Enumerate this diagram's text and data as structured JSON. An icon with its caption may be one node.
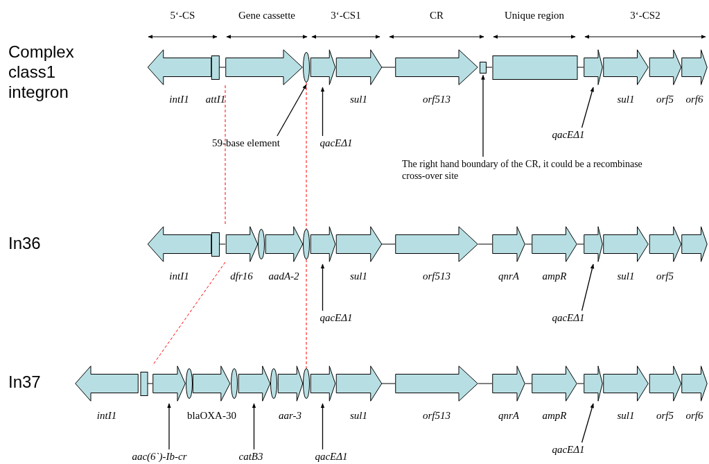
{
  "diagram": {
    "nodes": [
      {
        "text": [
          "intI1"
        ]
      },
      {
        "text": [
          "attI1"
        ]
      },
      {
        "text": [],
        "shape": "arrow"
      },
      {
        "text": [],
        "shape": "ellipse"
      },
      {
        "text": [],
        "shape": "arrow"
      },
      {
        "text": [
          "sul1"
        ]
      },
      {
        "text": [
          "orf513"
        ]
      },
      {
        "text": [],
        "shape": "box"
      },
      {
        "text": [],
        "shape": "box"
      },
      {
        "text": [],
        "shape": "arrow"
      },
      {
        "text": [
          "sul1"
        ]
      },
      {
        "text": [
          "orf5"
        ]
      },
      {
        "text": [
          "orf6"
        ]
      },
      {
        "text": [
          "59-base element"
        ]
      },
      {
        "text": [
          "qacEΔ1"
        ]
      },
      {
        "text": [
          "The right hand boundary of the CR, it could be a recombinase cross-over site"
        ]
      },
      {
        "text": [
          "qacEΔ1"
        ]
      },
      {
        "text": [
          "intI1"
        ]
      },
      {
        "text": [],
        "shape": "box"
      },
      {
        "text": [
          "dfr16"
        ]
      },
      {
        "text": [],
        "shape": "ellipse"
      },
      {
        "text": [
          "aadA-2"
        ]
      },
      {
        "text": [],
        "shape": "ellipse"
      },
      {
        "text": [],
        "shape": "arrow"
      },
      {
        "text": [
          "sul1"
        ]
      },
      {
        "text": [
          "orf513"
        ]
      },
      {
        "text": [
          "qnrA"
        ]
      },
      {
        "text": [
          "ampR"
        ]
      },
      {
        "text": [],
        "shape": "arrow"
      },
      {
        "text": [
          "sul1"
        ]
      },
      {
        "text": [
          "orf5"
        ]
      },
      {
        "text": [],
        "shape": "arrow"
      },
      {
        "text": [
          "qacEΔ1"
        ]
      },
      {
        "text": [
          "qacEΔ1"
        ]
      },
      {
        "text": [
          "intI1"
        ]
      },
      {
        "text": [],
        "shape": "box"
      },
      {
        "text": [],
        "shape": "arrow"
      },
      {
        "text": [],
        "shape": "ellipse"
      },
      {
        "text": [
          "blaOXA-30"
        ]
      },
      {
        "text": [],
        "shape": "ellipse"
      },
      {
        "text": [],
        "shape": "arrow"
      },
      {
        "text": [],
        "shape": "ellipse"
      },
      {
        "text": [
          "aar-3"
        ]
      },
      {
        "text": [],
        "shape": "ellipse"
      },
      {
        "text": [],
        "shape": "arrow"
      },
      {
        "text": [
          "sul1"
        ]
      },
      {
        "text": [
          "orf513"
        ]
      },
      {
        "text": [
          "qnrA"
        ]
      },
      {
        "text": [
          "ampR"
        ]
      },
      {
        "text": [],
        "shape": "arrow"
      },
      {
        "text": [
          "sul1"
        ]
      },
      {
        "text": [
          "orf5"
        ]
      },
      {
        "text": [
          "orf6"
        ]
      },
      {
        "text": [
          "aac(6`)-Ib-cr"
        ]
      },
      {
        "text": [
          "catB3"
        ]
      },
      {
        "text": [
          "qacEΔ1"
        ]
      },
      {
        "text": [
          "qacEΔ1"
        ]
      }
    ],
    "edges": [
      {
        "from": 13,
        "to": 3,
        "arrow": "to"
      },
      {
        "from": 14,
        "to": 4,
        "arrow": "to"
      },
      {
        "from": 15,
        "to": 7,
        "arrow": "to"
      },
      {
        "from": 16,
        "to": 9,
        "arrow": "to"
      },
      {
        "from": 32,
        "to": 23,
        "arrow": "to"
      },
      {
        "from": 33,
        "to": 28,
        "arrow": "to"
      },
      {
        "from": 53,
        "to": 36,
        "arrow": "to"
      },
      {
        "from": 54,
        "to": 40,
        "arrow": "to"
      },
      {
        "from": 55,
        "to": 44,
        "arrow": "to"
      },
      {
        "from": 56,
        "to": 49,
        "arrow": "to"
      },
      {
        "from": 1,
        "to": 2,
        "arrow": "none"
      },
      {
        "from": 5,
        "to": 6,
        "arrow": "none"
      },
      {
        "from": 7,
        "to": 8,
        "arrow": "none"
      },
      {
        "from": 8,
        "to": 9,
        "arrow": "none"
      },
      {
        "from": 18,
        "to": 19,
        "arrow": "none"
      },
      {
        "from": 24,
        "to": 25,
        "arrow": "none"
      },
      {
        "from": 25,
        "to": 26,
        "arrow": "none"
      },
      {
        "from": 26,
        "to": 27,
        "arrow": "none"
      },
      {
        "from": 27,
        "to": 28,
        "arrow": "none"
      },
      {
        "from": 35,
        "to": 36,
        "arrow": "none"
      },
      {
        "from": 45,
        "to": 46,
        "arrow": "none"
      },
      {
        "from": 46,
        "to": 47,
        "arrow": "none"
      },
      {
        "from": 47,
        "to": 48,
        "arrow": "none"
      },
      {
        "from": 48,
        "to": 49,
        "arrow": "none"
      },
      {
        "from": 2,
        "to": 19,
        "arrow": "none",
        "style": "dashed",
        "color": "#ff0000"
      },
      {
        "from": 19,
        "to": 36,
        "arrow": "none",
        "style": "dashed",
        "color": "#ff0000"
      },
      {
        "from": 3,
        "to": 22,
        "arrow": "none",
        "style": "dashed",
        "color": "#ff0000"
      },
      {
        "from": 22,
        "to": 43,
        "arrow": "none",
        "style": "dashed",
        "color": "#ff0000"
      }
    ],
    "labels": [
      "5‘-CS",
      "Gene cassette",
      "3‘-CS1",
      "CR",
      "Unique region",
      "3‘-CS2",
      "Complex class1 integron",
      "In36",
      "In37"
    ]
  }
}
